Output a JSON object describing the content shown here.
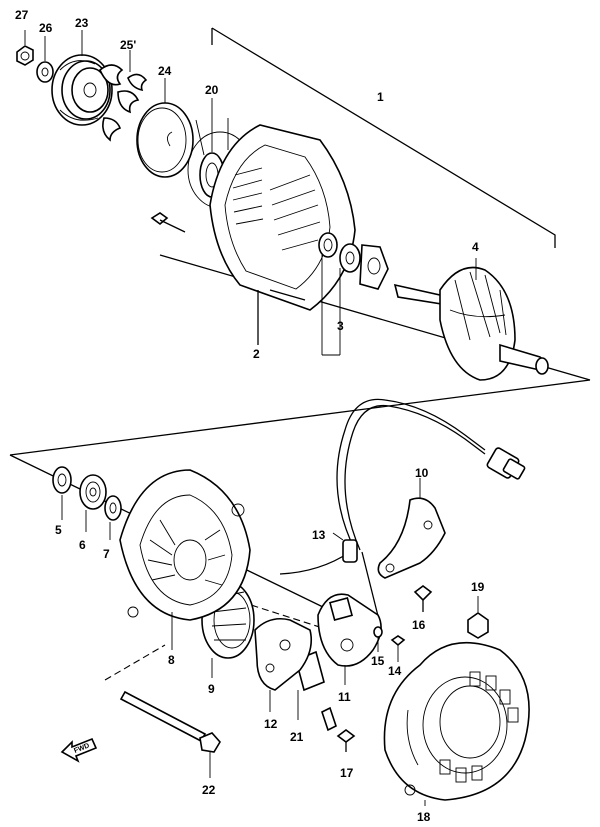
{
  "diagram": {
    "callouts": [
      "1",
      "2",
      "3",
      "4",
      "5",
      "6",
      "7",
      "8",
      "9",
      "10",
      "11",
      "12",
      "13",
      "14",
      "15",
      "16",
      "17",
      "18",
      "19",
      "20",
      "21",
      "22",
      "23",
      "24",
      "25'",
      "26",
      "27"
    ],
    "fwd_label": "FWD"
  }
}
